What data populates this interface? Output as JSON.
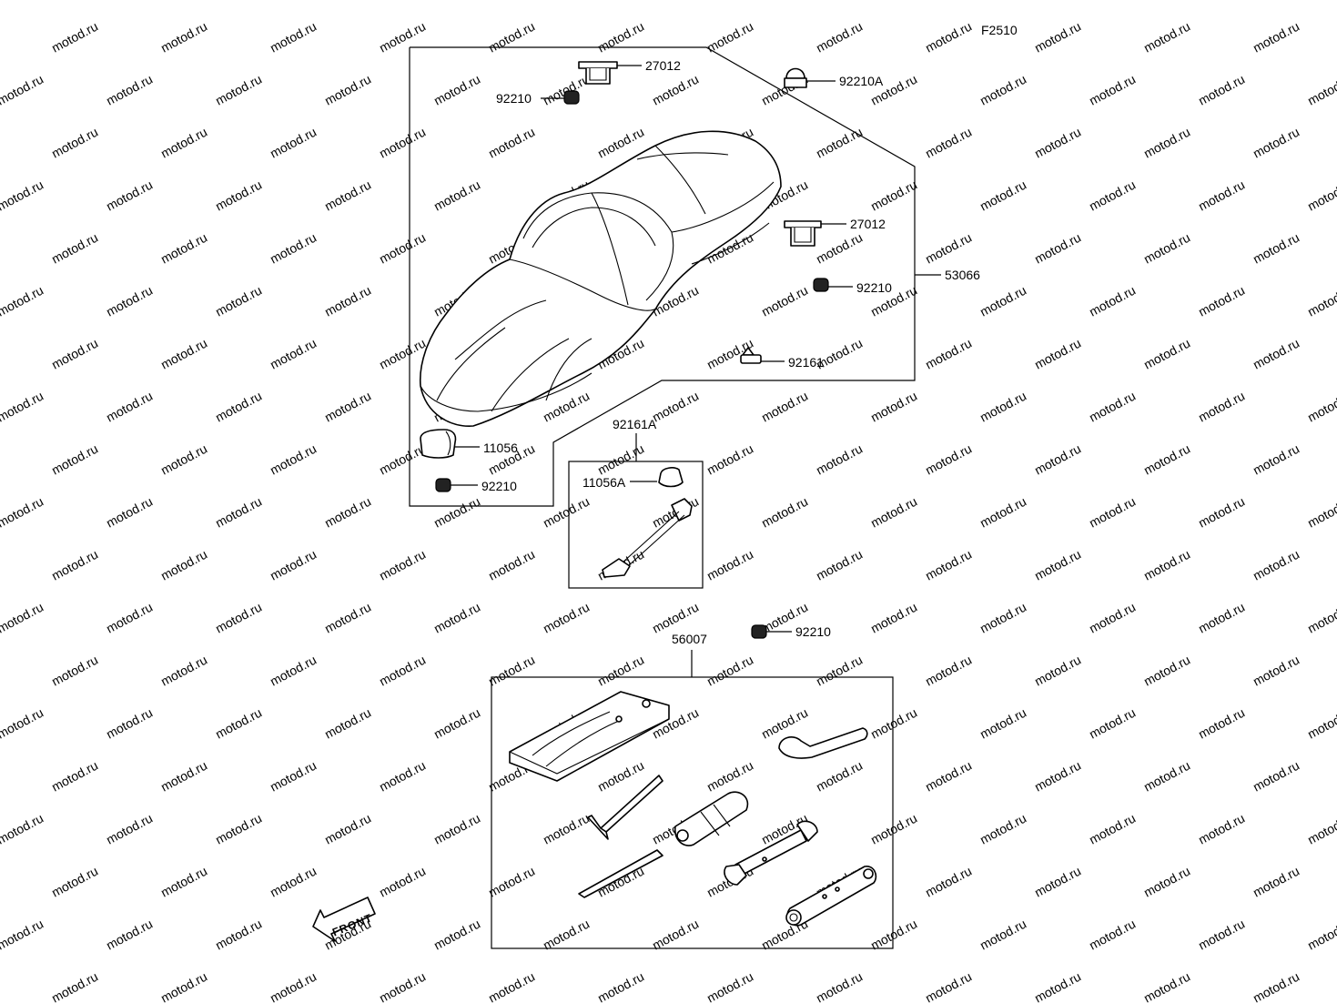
{
  "figure_code": "F2510",
  "watermark": "motod.ru",
  "front_label": "FRONT",
  "callouts": {
    "c27012_top": "27012",
    "c92210_top": "92210",
    "c92210A": "92210A",
    "c27012_right": "27012",
    "c53066": "53066",
    "c92210_right": "92210",
    "c92161": "92161",
    "c11056": "11056",
    "c92210_bottom_left": "92210",
    "c92161A": "92161A",
    "c11056A": "11056A",
    "c92210_tools": "92210",
    "c56007": "56007"
  }
}
